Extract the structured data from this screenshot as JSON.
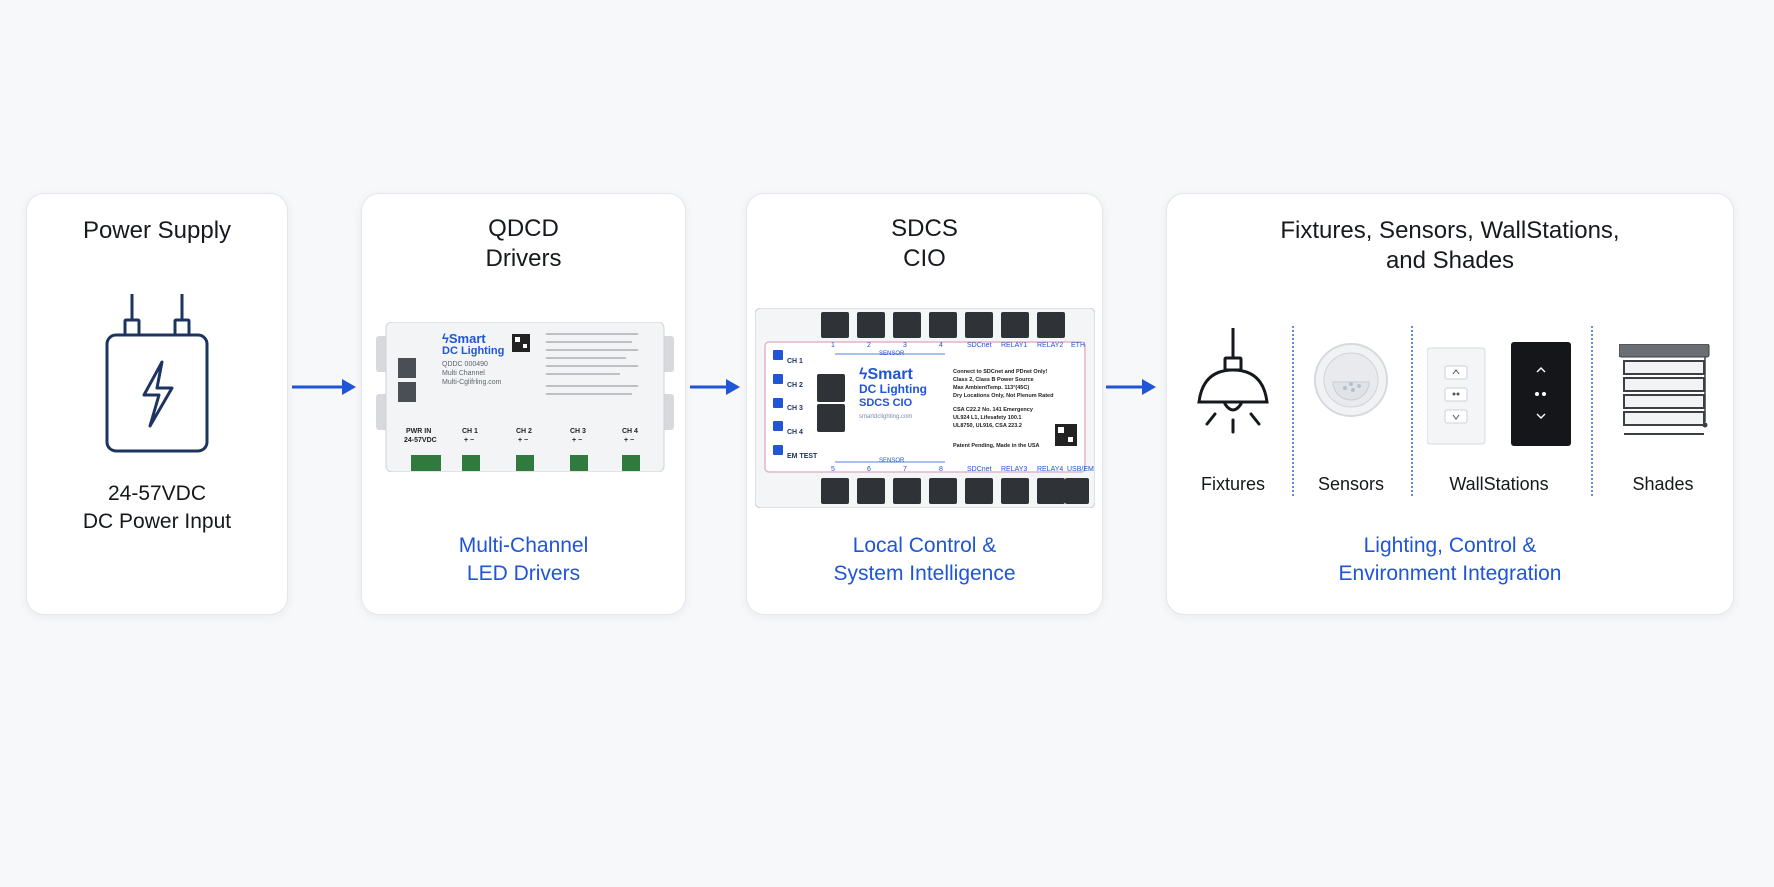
{
  "stages": [
    {
      "title_lines": [
        "Power Supply"
      ],
      "subtitle_lines": [
        "24-57VDC",
        "DC Power Input"
      ],
      "icon": "power-supply-bolt-icon"
    },
    {
      "title_lines": [
        "QDCD",
        "Drivers"
      ],
      "subtitle_lines": [
        "Multi-Channel",
        "LED Drivers"
      ],
      "device": {
        "brand": "Smart",
        "brand_sub": "DC Lighting",
        "model_lines": [
          "QDDC 000490",
          "Multi Channel",
          "Multi-Cglifrling.com"
        ],
        "ports": [
          "PWR IN",
          "CH 1",
          "CH 2",
          "CH 3",
          "CH 4"
        ],
        "pwr_sub": "24-57VDC",
        "polarity": "+  −"
      }
    },
    {
      "title_lines": [
        "SDCS",
        "CIO"
      ],
      "subtitle_lines": [
        "Local Control &",
        "System Intelligence"
      ],
      "device": {
        "brand": "Smart",
        "brand_sub": "DC Lighting",
        "model": "SDCS CIO",
        "url": "smartdclighting.com",
        "channels": [
          "CH 1",
          "CH 2",
          "CH 3",
          "CH 4",
          "EM TEST"
        ],
        "top_labels": [
          "1",
          "2",
          "3",
          "4",
          "SDCnet",
          "RELAY1",
          "RELAY2",
          "ETH"
        ],
        "bottom_labels": [
          "5",
          "6",
          "7",
          "8",
          "SDCnet",
          "RELAY3",
          "RELAY4",
          "USB/EM"
        ],
        "sensor_label": "SENSOR",
        "spec_lines": [
          "Connect to SDCnet and PDnet Only!",
          "Class 2, Class B Power Source",
          "Max AmbientTemp. 113°(45C)",
          "Dry Locations Only, Not Plenum Rated"
        ],
        "spec_lines_2": [
          "CSA C22.2 No. 141 Emergency",
          "UL924 L1, Lifesafety 100.1",
          "UL8750, UL916, CSA 223.2"
        ],
        "patent": "Patent Pending, Made in the USA"
      }
    },
    {
      "title_lines": [
        "Fixtures, Sensors, WallStations,",
        "and Shades"
      ],
      "subtitle_lines": [
        "Lighting, Control &",
        "Environment Integration"
      ],
      "items": [
        {
          "label": "Fixtures",
          "icon": "pendant-lamp-icon"
        },
        {
          "label": "Sensors",
          "icon": "occupancy-sensor-icon"
        },
        {
          "label": "WallStations",
          "icon": "wallstation-keypad-icon"
        },
        {
          "label": "Shades",
          "icon": "window-shade-icon"
        }
      ]
    }
  ],
  "colors": {
    "accent": "#1f55d6",
    "icon_navy": "#1d3461",
    "card_bg": "#ffffff",
    "page_bg": "#f7f8fa"
  }
}
